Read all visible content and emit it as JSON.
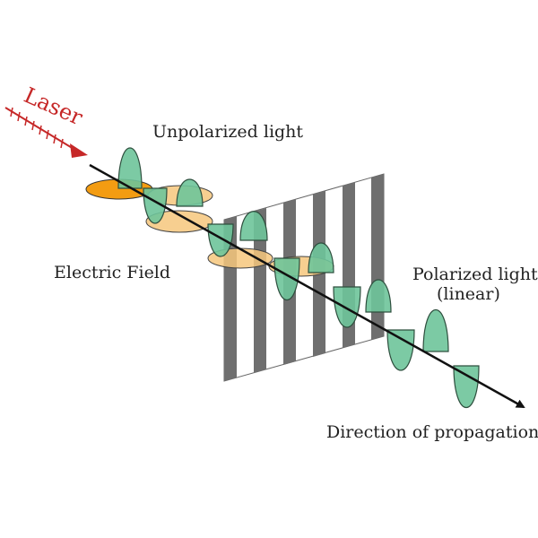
{
  "labels": {
    "laser": "Laser",
    "unpolarized": "Unpolarized light",
    "electric_field": "Electric Field",
    "polarized_line1": "Polarized light",
    "polarized_line2": "(linear)",
    "direction": "Direction of propagation"
  },
  "colors": {
    "laser_red": "#c62828",
    "wave_green": "#6ec49a",
    "wave_green_dark": "#2e7d55",
    "field_orange": "#f39c12",
    "field_orange_light": "#f6c77c",
    "filter_gray": "#6f6f6f",
    "axis_black": "#111111"
  }
}
